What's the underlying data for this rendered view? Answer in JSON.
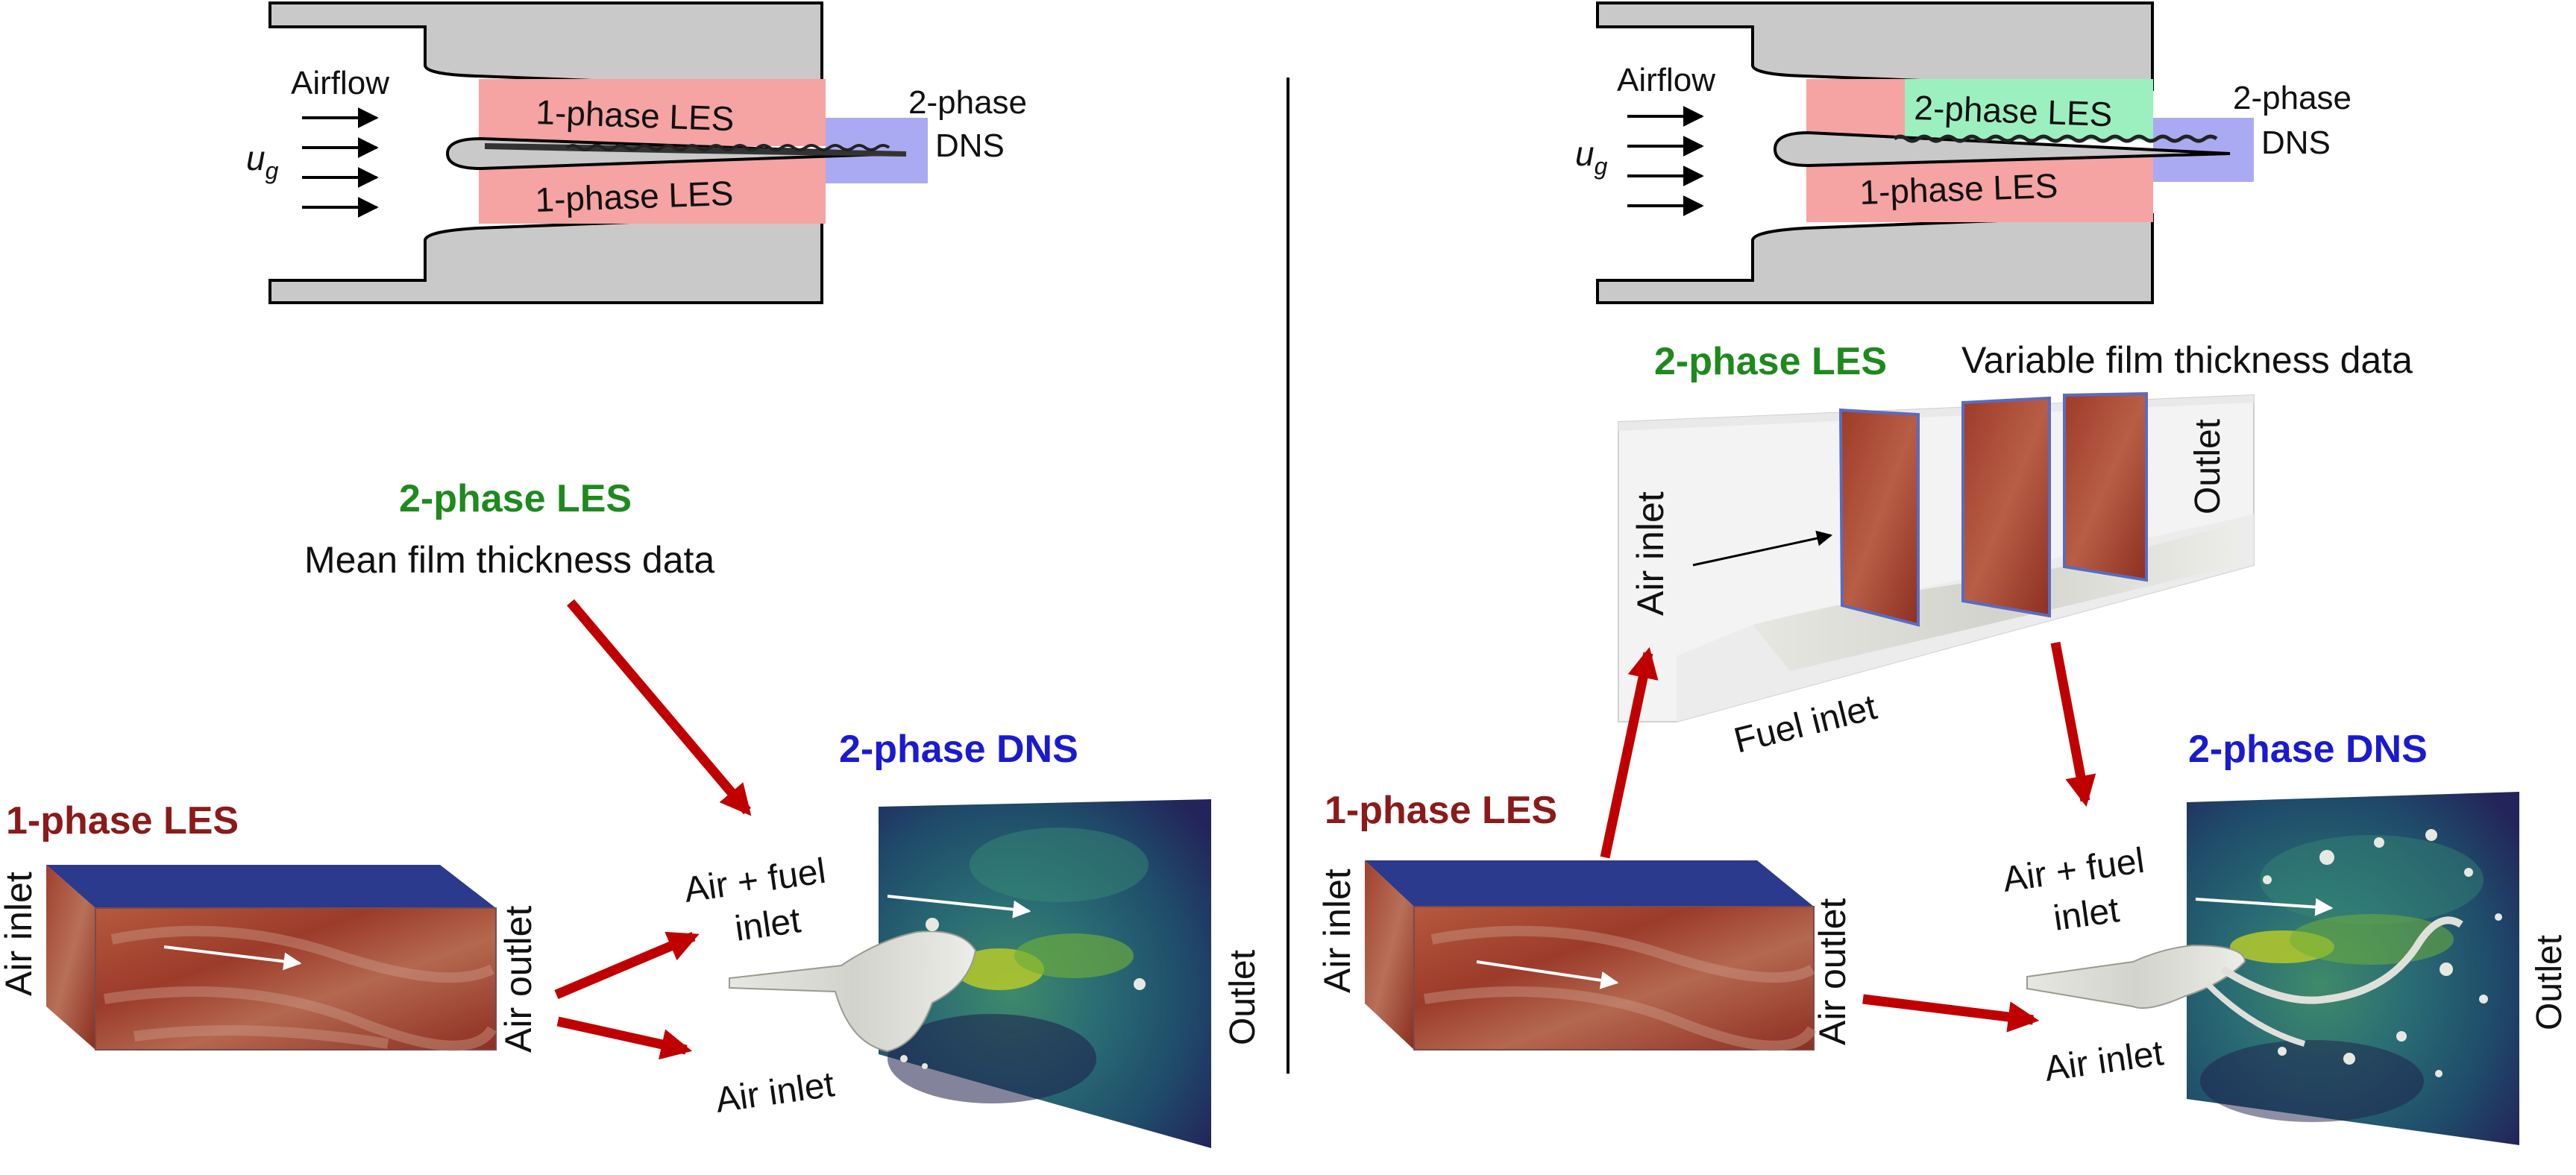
{
  "colors": {
    "les1_color": "#8b1a1a",
    "les2_color": "#1e8a1e",
    "dns_color": "#1a1ad0",
    "arrow_red": "#c00000",
    "les_region": "#f5a3a3",
    "les2_region": "#9cf0c0",
    "dns_region": "#aaaaf2",
    "nozzle_gray": "#c9c9c9"
  },
  "left": {
    "nozzle": {
      "airflow": "Airflow",
      "ug": "u",
      "ug_sub": "g",
      "les_top": "1-phase LES",
      "les_bottom": "1-phase LES",
      "dns_line1": "2-phase",
      "dns_line2": "DNS"
    },
    "les2_title": "2-phase LES",
    "les2_subtitle": "Mean film thickness data",
    "les1_title": "1-phase LES",
    "box_air_inlet": "Air inlet",
    "box_air_outlet": "Air outlet",
    "dns_title": "2-phase DNS",
    "dns_airfuel_1": "Air + fuel",
    "dns_airfuel_2": "inlet",
    "dns_air_inlet": "Air inlet",
    "dns_outlet": "Outlet"
  },
  "right": {
    "nozzle": {
      "airflow": "Airflow",
      "ug": "u",
      "ug_sub": "g",
      "les_top": "2-phase LES",
      "les_bottom": "1-phase LES",
      "dns_line1": "2-phase",
      "dns_line2": "DNS"
    },
    "les2_title": "2-phase LES",
    "les2_subtitle": "Variable film thickness data",
    "les2_air_inlet": "Air inlet",
    "les2_fuel_inlet": "Fuel inlet",
    "les2_outlet": "Outlet",
    "les1_title": "1-phase LES",
    "box_air_inlet": "Air inlet",
    "box_air_outlet": "Air outlet",
    "dns_title": "2-phase DNS",
    "dns_airfuel_1": "Air + fuel",
    "dns_airfuel_2": "inlet",
    "dns_air_inlet": "Air inlet",
    "dns_outlet": "Outlet"
  }
}
